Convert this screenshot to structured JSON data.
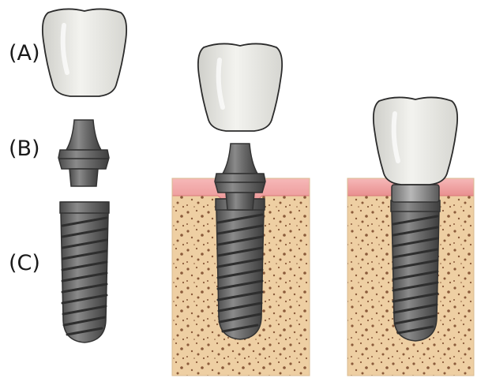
{
  "labels": {
    "a": "(A)",
    "b": "(B)",
    "c": "(C)"
  },
  "colors": {
    "crown": "#e9e9e5",
    "crown_outline": "#2b2b2b",
    "metal": "#6e6e6e",
    "metal_dark": "#4a4a4a",
    "gum": "#ef9a9a",
    "bone": "#eecfa3",
    "bone_dot": "#8a5a3a"
  }
}
